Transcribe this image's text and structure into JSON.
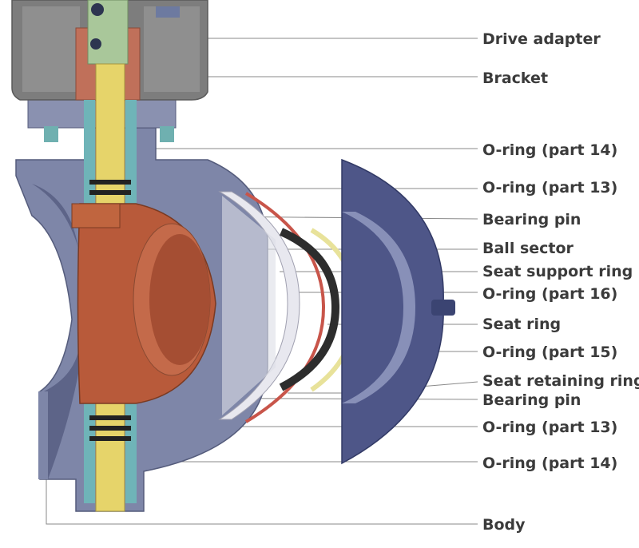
{
  "labels": [
    "Drive adapter",
    "Bracket",
    "O-ring (part 14)",
    "O-ring (part 13)",
    "Bearing pin",
    "Ball sector",
    "Seat support ring",
    "O-ring (part 16)",
    "Seat ring",
    "O-ring (part 15)",
    "Seat retaining ring",
    "Bearing pin",
    "O-ring (part 13)",
    "O-ring (part 14)",
    "Body"
  ],
  "colors": {
    "body": "#7e86a8",
    "body_dark": "#5d6488",
    "ball": "#b85a3a",
    "shaft": "#e6d46a",
    "drive_adapter": "#a9c79a",
    "bracket": "#7d7d7d",
    "seat_support": "#e8e8ef",
    "oring_red": "#c8554a",
    "seat_black": "#2d2d2d",
    "oring_yellow": "#e8e29a",
    "retaining_ring": "#4e5688",
    "label_text": "#3b3b3b"
  }
}
